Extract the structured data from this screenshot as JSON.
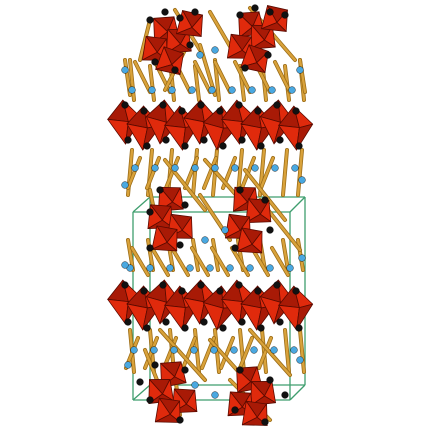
{
  "colors": {
    "background": "#ffffff",
    "polyhedron_face": "#e02a0c",
    "polyhedron_shade": "#a81a06",
    "polyhedron_edge": "#5a0a00",
    "bond": "#d9a23a",
    "bond_edge": "#9c6d18",
    "black_atom": "#111111",
    "blue_atom": "#4aa8e0",
    "unit_cell": "#3f9e6e"
  },
  "legend": {
    "black_atom_icon": "black-sphere-atom",
    "blue_atom_icon": "blue-sphere-atom",
    "polyhedron_icon": "red-coordination-polyhedron"
  }
}
